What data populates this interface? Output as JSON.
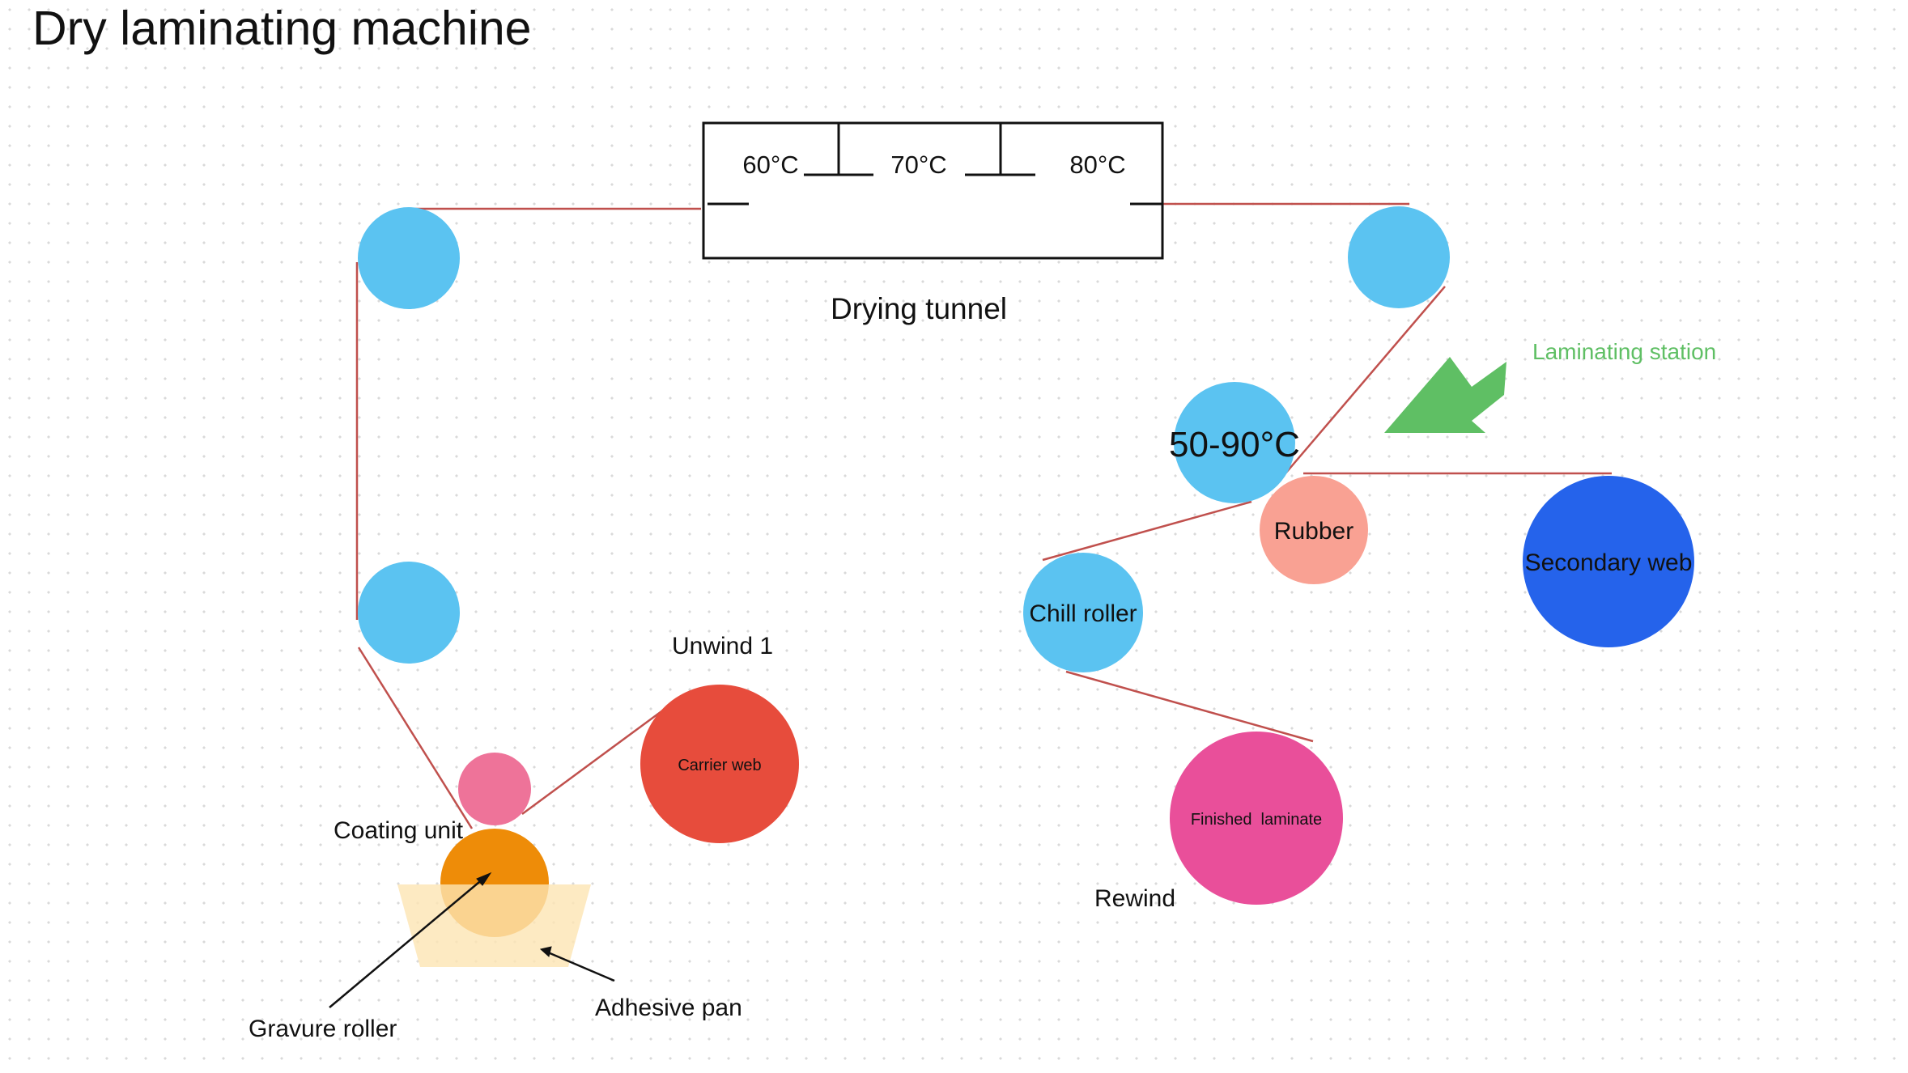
{
  "title": "Dry laminating machine",
  "colors": {
    "web": "#c0504d",
    "roller_blue": "#5bc3f1",
    "coating_pink": "#ee7399",
    "gravure_orange": "#ee8c08",
    "pan_fill": "#fde5b3",
    "carrier_red": "#e74c3c",
    "rubber": "#f9a193",
    "secondary_blue": "#2563eb",
    "finished_pink": "#e94f9a",
    "arrow_green": "#5fbf64",
    "station_text": "#5fbf64"
  },
  "tunnel": {
    "zones": [
      "60°C",
      "70°C",
      "80°C"
    ],
    "label": "Drying tunnel"
  },
  "labels": {
    "unwind": "Unwind 1",
    "carrier": "Carrier web",
    "coating_unit": "Coating unit",
    "gravure": "Gravure roller",
    "adhesive_pan": "Adhesive pan",
    "laminating_station": "Laminating station",
    "heated_roller": "50-90°C",
    "rubber": "Rubber",
    "secondary": "Secondary web",
    "chill": "Chill roller",
    "finished": "Finished  laminate",
    "rewind": "Rewind"
  }
}
